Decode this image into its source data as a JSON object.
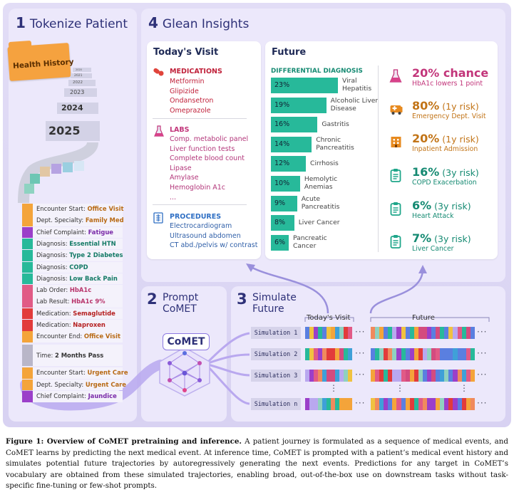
{
  "sections": {
    "tokenize": {
      "num": "1",
      "title": "Tokenize Patient"
    },
    "insights": {
      "num": "4",
      "title": "Glean Insights"
    },
    "prompt": {
      "num": "2",
      "title_l1": "Prompt",
      "title_l2": "CoMET"
    },
    "simulate": {
      "num": "3",
      "title_l1": "Simulate",
      "title_l2": "Future"
    }
  },
  "health_history": {
    "folder_label": "Health History",
    "years_small": [
      "2020",
      "2021",
      "2022",
      "2023"
    ],
    "year_mid": "2024",
    "year_big": "2025"
  },
  "events": [
    {
      "prefix": "Encounter Start: ",
      "value": "Office Visit",
      "color": "#f4a43a",
      "value_color": "#b86a14"
    },
    {
      "prefix": "Dept. Specialty: ",
      "value": "Family Med",
      "color": "#f4a43a",
      "value_color": "#b86a14"
    },
    {
      "prefix": "Chief Complaint: ",
      "value": "Fatigue",
      "color": "#9b3fc9",
      "value_color": "#7a2aa8"
    },
    {
      "prefix": "Diagnosis: ",
      "value": "Essential HTN",
      "color": "#27b99a",
      "value_color": "#147a66"
    },
    {
      "prefix": "Diagnosis: ",
      "value": "Type 2 Diabetes",
      "color": "#27b99a",
      "value_color": "#147a66"
    },
    {
      "prefix": "Diagnosis: ",
      "value": "COPD",
      "color": "#27b99a",
      "value_color": "#147a66"
    },
    {
      "prefix": "Diagnosis: ",
      "value": "Low Back Pain",
      "color": "#27b99a",
      "value_color": "#147a66"
    },
    {
      "prefix": "Lab Order: ",
      "value": "HbA1c",
      "color": "#e15a86",
      "value_color": "#b8336a"
    },
    {
      "prefix": "Lab Result: ",
      "value": "HbA1c 9%",
      "color": "#e15a86",
      "value_color": "#b8336a"
    },
    {
      "prefix": "Medication: ",
      "value": "Semaglutide",
      "color": "#e23b3b",
      "value_color": "#b52020"
    },
    {
      "prefix": "Medication: ",
      "value": "Naproxen",
      "color": "#e23b3b",
      "value_color": "#b52020"
    },
    {
      "prefix": "Encounter End: ",
      "value": "Office Visit",
      "color": "#f4a43a",
      "value_color": "#b86a14"
    }
  ],
  "time_pass": {
    "prefix": "Time: ",
    "value": "2 Months Pass",
    "color": "#b9b6c8"
  },
  "events2": [
    {
      "prefix": "Encounter Start: ",
      "value": "Urgent Care",
      "color": "#f4a43a",
      "value_color": "#b86a14"
    },
    {
      "prefix": "Dept. Specialty: ",
      "value": "Urgent Care",
      "color": "#f4a43a",
      "value_color": "#b86a14"
    },
    {
      "prefix": "Chief Complaint: ",
      "value": "Jaundice",
      "color": "#9b3fc9",
      "value_color": "#7a2aa8"
    }
  ],
  "todays_visit": {
    "title": "Today's Visit",
    "medications": {
      "heading": "MEDICATIONS",
      "items": [
        "Metformin",
        "Glipizide",
        "Ondansetron",
        "Omeprazole"
      ]
    },
    "labs": {
      "heading": "LABS",
      "items": [
        "Comp. metabolic panel",
        "Liver function tests",
        "Complete blood count",
        "Lipase",
        "Amylase",
        "Hemoglobin A1c",
        "..."
      ]
    },
    "procedures": {
      "heading": "PROCEDURES",
      "items": [
        "Electrocardiogram",
        "Ultrasound abdomen",
        "CT abd./pelvis w/ contrast"
      ]
    }
  },
  "future": {
    "title": "Future",
    "diff_heading": "DIFFERENTIAL DIAGNOSIS",
    "diagnoses": [
      {
        "pct": "23%",
        "value": 23,
        "label": "Viral Hepatitis"
      },
      {
        "pct": "19%",
        "value": 19,
        "label": "Alcoholic Liver Disease"
      },
      {
        "pct": "16%",
        "value": 16,
        "label": "Gastritis"
      },
      {
        "pct": "14%",
        "value": 14,
        "label": "Chronic Pancreatitis"
      },
      {
        "pct": "12%",
        "value": 12,
        "label": "Cirrhosis"
      },
      {
        "pct": "10%",
        "value": 10,
        "label": "Hemolytic Anemias"
      },
      {
        "pct": "9%",
        "value": 9,
        "label": "Acute Pancreatitis"
      },
      {
        "pct": "8%",
        "value": 8,
        "label": "Liver Cancer"
      },
      {
        "pct": "6%",
        "value": 6,
        "label": "Pancreatic Cancer"
      }
    ],
    "risks": [
      {
        "big": "20% chance",
        "small": "",
        "sub": "HbA1c lowers 1 point",
        "color": "#c2357a",
        "icon": "flask-icon"
      },
      {
        "big": "80%",
        "small": " (1y risk)",
        "sub": "Emergency Dept. Visit",
        "color": "#c27417",
        "icon": "ambulance-icon"
      },
      {
        "big": "20%",
        "small": " (1y risk)",
        "sub": "Inpatient Admission",
        "color": "#c27417",
        "icon": "hospital-icon"
      },
      {
        "big": "16%",
        "small": " (3y risk)",
        "sub": "COPD Exacerbation",
        "color": "#158a72",
        "icon": "clipboard-icon"
      },
      {
        "big": "6%",
        "small": " (3y risk)",
        "sub": "Heart Attack",
        "color": "#158a72",
        "icon": "clipboard-icon"
      },
      {
        "big": "7%",
        "small": " (3y risk)",
        "sub": "Liver Cancer",
        "color": "#158a72",
        "icon": "clipboard-icon"
      }
    ]
  },
  "comet_label": "CoMET",
  "simulation": {
    "todays_visit_label": "Today's Visit",
    "future_label": "Future",
    "rows": [
      "Simulation 1",
      "Simulation 2",
      "Simulation 3",
      "Simulation n"
    ],
    "ellipsis": "···",
    "vdots": "⋮"
  },
  "caption": {
    "bold": "Figure 1: Overview of CoMET pretraining and inference.",
    "text": " A patient journey is formulated as a sequence of medical events, and CoMET learns by predicting the next medical event. At inference time, CoMET is prompted with a patient’s medical event history and simulates potential future trajectories by autoregressively generating the next events. Predictions for any target in CoMET’s vocabulary are obtained from these simulated trajectories, enabling broad, out-of-the-box use on downstream tasks without task-specific fine-tuning or few-shot prompts."
  },
  "colors": {
    "navy": "#2e3178",
    "teal": "#27b99a",
    "medication_red": "#c0213a",
    "lab_pink": "#c2357a",
    "procedure_blue": "#2f6fc4",
    "purple": "#7b6fd0"
  }
}
